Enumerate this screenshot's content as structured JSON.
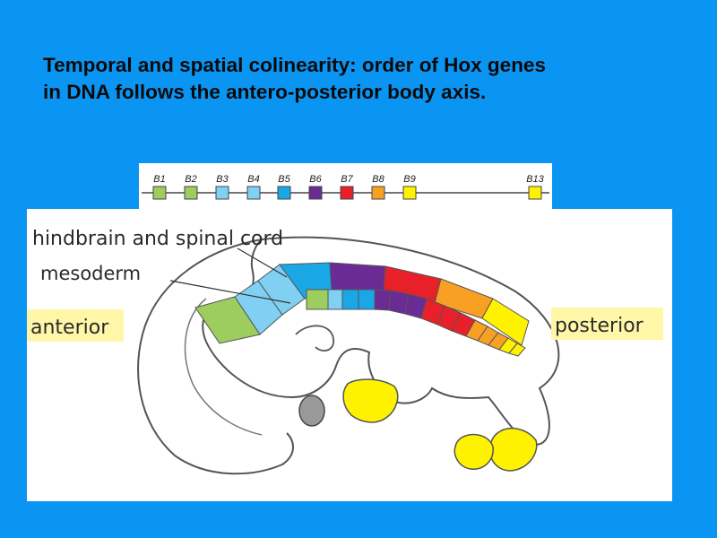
{
  "slide": {
    "title_line1": "Temporal and spatial colinearity: order of Hox genes",
    "title_line2": "in DNA follows the antero-posterior body axis."
  },
  "colors": {
    "background": "#0b95f3",
    "label_highlight": "#fff6a8",
    "outline": "#555555"
  },
  "genes": [
    {
      "label": "B1",
      "color": "#9dcc5f"
    },
    {
      "label": "B2",
      "color": "#9dcc5f"
    },
    {
      "label": "B3",
      "color": "#7fd0f2"
    },
    {
      "label": "B4",
      "color": "#7fd0f2"
    },
    {
      "label": "B5",
      "color": "#1aa7e6"
    },
    {
      "label": "B6",
      "color": "#6a2c94"
    },
    {
      "label": "B7",
      "color": "#e8202a"
    },
    {
      "label": "B8",
      "color": "#f7a023"
    },
    {
      "label": "B9",
      "color": "#fff200"
    },
    {
      "label": "B13",
      "color": "#fff200"
    }
  ],
  "figure": {
    "label_hindbrain": "hindbrain and spinal cord",
    "label_mesoderm": "mesoderm",
    "label_anterior": "anterior",
    "label_posterior": "posterior"
  }
}
